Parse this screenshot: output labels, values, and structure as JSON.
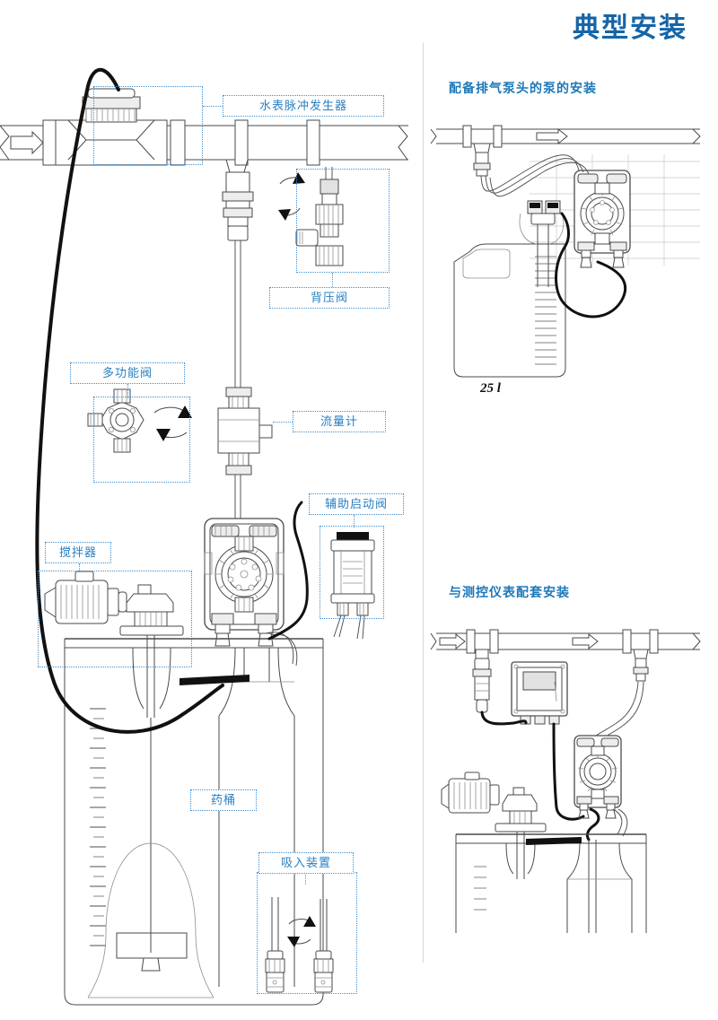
{
  "page": {
    "title": "典型安装",
    "accent_color": "#1565a8",
    "label_color": "#2a7fc1",
    "background": "#ffffff"
  },
  "sections": {
    "main": {
      "name": "主安装示意图"
    },
    "right_top": {
      "heading": "配备排气泵头的泵的安装"
    },
    "right_bottom": {
      "heading": "与测控仪表配套安装"
    }
  },
  "labels": {
    "water_meter": "水表脉冲发生器",
    "back_pressure_valve": "背压阀",
    "multifunction_valve": "多功能阀",
    "flow_meter": "流量计",
    "auxiliary_start_valve": "辅助启动阀",
    "stirrer": "搅拌器",
    "chemical_tank": "药桶",
    "suction_device": "吸入装置"
  },
  "annotations": {
    "canister_volume": "25 l"
  },
  "icons": {
    "flow_arrow": "flow-arrow-icon",
    "rotation_arrow": "rotation-arrow-icon"
  }
}
